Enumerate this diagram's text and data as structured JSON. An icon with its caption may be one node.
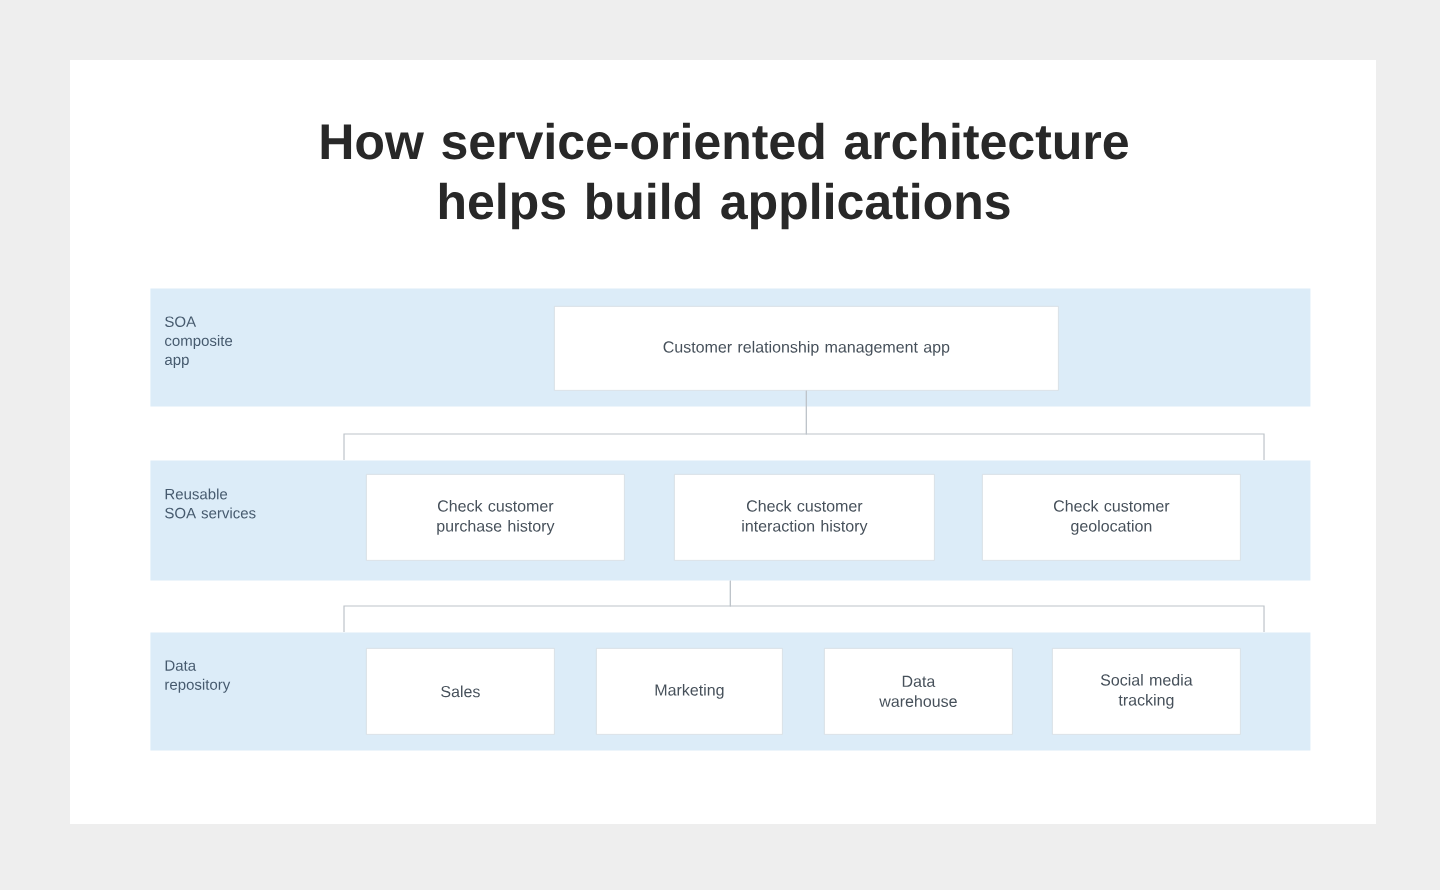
{
  "diagram": {
    "title": "How service-oriented architecture helps build applications",
    "nodes": [
      {
        "text": [
          "SOA composite app"
        ]
      },
      {
        "text": [
          "Customer relationship management app"
        ],
        "in": 0
      },
      {
        "text": [
          "Reusable SOA services"
        ]
      },
      {
        "text": [
          "Check customer purchase history"
        ],
        "in": 2
      },
      {
        "text": [
          "Check customer interaction history"
        ],
        "in": 2
      },
      {
        "text": [
          "Check customer geolocation"
        ],
        "in": 2
      },
      {
        "text": [
          "Data repository"
        ]
      },
      {
        "text": [
          "Sales"
        ],
        "in": 6
      },
      {
        "text": [
          "Marketing"
        ],
        "in": 6
      },
      {
        "text": [
          "Data warehouse"
        ],
        "in": 6
      },
      {
        "text": [
          "Social media tracking"
        ],
        "in": 6
      }
    ],
    "edges": [
      {
        "from": 1,
        "to": 2,
        "arrow": "none"
      },
      {
        "from": 1,
        "to": 2,
        "arrow": "none"
      },
      {
        "from": 2,
        "to": 6,
        "arrow": "none"
      },
      {
        "from": 2,
        "to": 6,
        "arrow": "none"
      }
    ]
  }
}
